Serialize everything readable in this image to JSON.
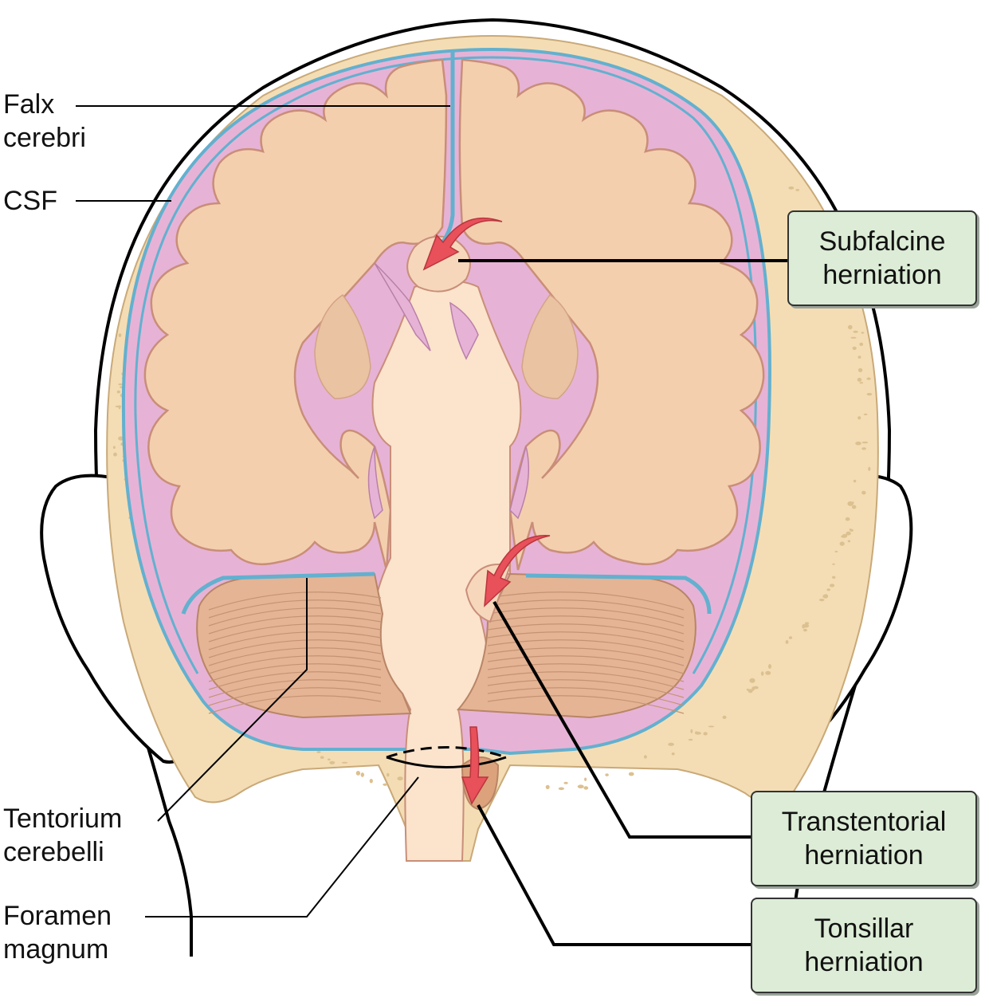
{
  "labels": {
    "falx": "Falx\ncerebri",
    "csf": "CSF",
    "tentorium": "Tentorium\ncerebelli",
    "foramen": "Foramen\nmagnum"
  },
  "boxes": {
    "subfalcine": "Subfalcine\nherniation",
    "transtentorial": "Transtentorial\nherniation",
    "tonsillar": "Tonsillar\nherniation"
  },
  "colors": {
    "box_fill": "#dcecd6",
    "skull_bone": "#f4ddb4",
    "brain": "#f3cfae",
    "csf_space": "#e6b3d6",
    "meninges": "#63b0cf",
    "arrow": "#e8505a",
    "cerebellum": "#e4b494"
  }
}
